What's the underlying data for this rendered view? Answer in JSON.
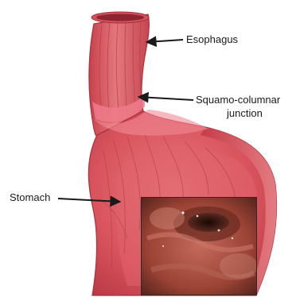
{
  "labels": {
    "esophagus": "Esophagus",
    "junction_line1": "Squamo-columnar",
    "junction_line2": "junction",
    "stomach": "Stomach"
  },
  "colors": {
    "tissue_main": "#d8505a",
    "tissue_light": "#e88a8e",
    "tissue_dark": "#b03440",
    "junction_pink": "#f07b8b",
    "arrow": "#1a1a1a",
    "inset_bg": "#8a3a2c"
  }
}
